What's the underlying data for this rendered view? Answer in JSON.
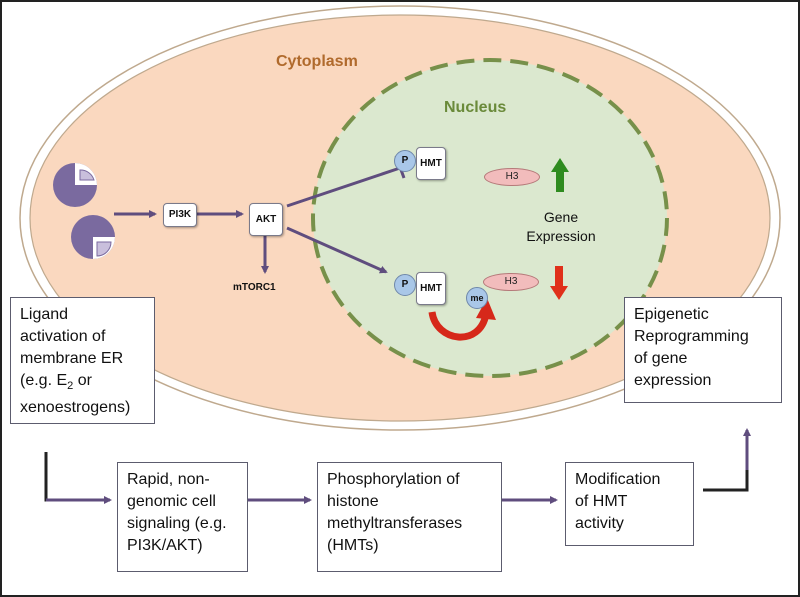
{
  "labels": {
    "cytoplasm": "Cytoplasm",
    "nucleus": "Nucleus",
    "gene_expression_line1": "Gene",
    "gene_expression_line2": "Expression",
    "mtorc1": "mTORC1"
  },
  "nodes": {
    "pi3k": "PI3K",
    "akt": "AKT",
    "hmt_top": "HMT",
    "hmt_bottom": "HMT",
    "p_top": "P",
    "p_bottom": "P",
    "me": "me",
    "h3_top": "H3",
    "h3_bottom": "H3"
  },
  "boxes": {
    "ligand": {
      "line1": "Ligand",
      "line2": "activation of",
      "line3": "membrane ER",
      "line4_pre": "(e.g. E",
      "line4_sub": "2",
      "line4_post": " or",
      "line5": "xenoestrogens)"
    },
    "rapid": [
      "Rapid, non-",
      "genomic cell",
      "signaling (e.g.",
      "PI3K/AKT)"
    ],
    "phospho": [
      "Phosphorylation of",
      "histone",
      "methyltransferases",
      "(HMTs)"
    ],
    "modification": [
      "Modification",
      "of HMT",
      "activity"
    ],
    "epigenetic": [
      "Epigenetic",
      "Reprogramming",
      "of gene",
      "expression"
    ]
  },
  "colors": {
    "cytoplasm_fill": "#fad8bf",
    "cytoplasm_text": "#b06a2c",
    "nucleus_fill": "#dbe8cf",
    "nucleus_border": "#77904a",
    "nucleus_text": "#6a8a3a",
    "arrow": "#5f4d7e",
    "receptor": "#7a6a9f",
    "up_arrow": "#2e8b1f",
    "down_arrow": "#e0301a"
  }
}
